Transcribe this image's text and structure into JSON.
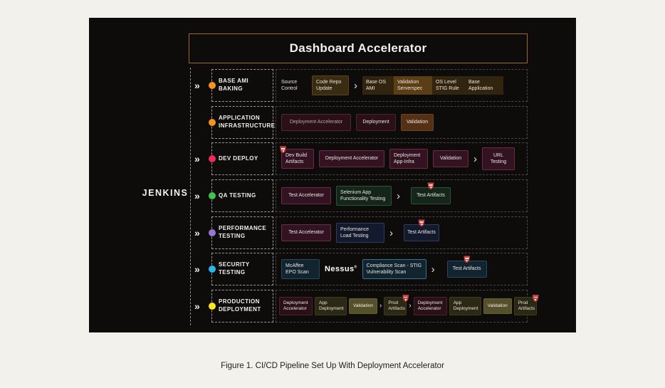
{
  "page": {
    "caption": "Figure 1. CI/CD Pipeline Set Up With Deployment Accelerator"
  },
  "panel": {
    "title": "Dashboard Accelerator",
    "jenkins_label": "JENKINS"
  },
  "glyphs": {
    "double_chevron": "»",
    "arrow": "›",
    "reg": "®"
  },
  "colors": {
    "page_bg": "#f2f1ec",
    "panel_bg": "#0d0c0a",
    "title_border": "#a1652a",
    "amber_box": "#3a2b13",
    "amber_highlight": "#5b3d16",
    "maroon_box": "#331321",
    "maroon_border": "#6e2b45",
    "green_box": "#142619",
    "navy_box": "#141a2d",
    "teal_box": "#112430",
    "olive_box": "#2b2913",
    "olive_highlight": "#55502b",
    "artifact_icon": "#cc4340",
    "dots": {
      "base_ami_baking": "#f6921e",
      "application_infrastructure": "#f6921e",
      "dev_deploy": "#ee2a5b",
      "qa_testing": "#3fc44f",
      "performance_testing": "#9777d4",
      "security_testing": "#2fb4ea",
      "production_deployment": "#f8e71c"
    }
  },
  "stages": [
    {
      "label": "BASE AMI BAKING",
      "dot_color": "#f6921e",
      "has_chevron": true,
      "steps": [
        "Source Control",
        "Code Repo Update"
      ],
      "segments": [
        "Base OS AMI",
        "Validation Serverspec",
        "OS Level STIG Rule",
        "Base Application"
      ]
    },
    {
      "label": "APPLICATION INFRASTRUCTURE",
      "dot_color": "#f6921e",
      "has_chevron": false,
      "steps": [
        "Deployment Accelerator",
        "Deployment",
        "Validation"
      ]
    },
    {
      "label": "DEV DEPLOY",
      "dot_color": "#ee2a5b",
      "has_chevron": true,
      "steps": [
        "Dev Build Artifacts",
        "Deployment Accelerator",
        "Deployment App-Infra",
        "Validation",
        "URL Testing"
      ]
    },
    {
      "label": "QA TESTING",
      "dot_color": "#3fc44f",
      "has_chevron": true,
      "steps": [
        "Test Accelerator",
        "Selenium App Functionality Testing",
        "Test Artifacts"
      ]
    },
    {
      "label": "PERFORMANCE TESTING",
      "dot_color": "#9777d4",
      "has_chevron": true,
      "steps": [
        "Test Accelerator",
        "Performance Load Testing",
        "Test Artifacts"
      ]
    },
    {
      "label": "SECURITY TESTING",
      "dot_color": "#2fb4ea",
      "has_chevron": true,
      "steps": [
        "McAffee EPO Scan",
        "Nessus",
        "Compliance Scan - STIG Vulnerability Scan",
        "Test Artifacts"
      ]
    },
    {
      "label": "PRODUCTION DEPLOYMENT",
      "dot_color": "#f8e71c",
      "has_chevron": true,
      "steps": [
        "Deployment Accelerator",
        "App Deployment",
        "Validation",
        "Prod Artifacts",
        "Deployment Accelerator",
        "App Deployment",
        "Validation",
        "Prod Artifacts"
      ]
    }
  ]
}
